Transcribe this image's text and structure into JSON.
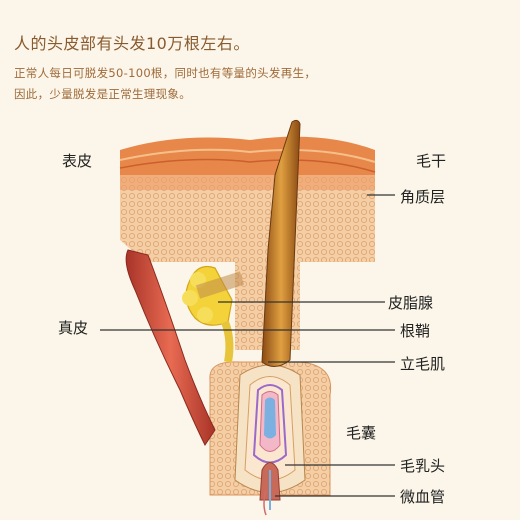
{
  "header": {
    "title": "人的头皮部有头发10万根左右。",
    "line1": "正常人每日可脱发50-100根，同时也有等量的头发再生，",
    "line2": "因此，少量脱发是正常生理现象。"
  },
  "labels": {
    "epidermis": "表皮",
    "dermis": "真皮",
    "hair_shaft": "毛干",
    "stratum_corneum": "角质层",
    "sebaceous_gland": "皮脂腺",
    "root_sheath": "根鞘",
    "arrector_pili": "立毛肌",
    "hair_follicle": "毛囊",
    "dermal_papilla": "毛乳头",
    "capillary": "微血管"
  },
  "colors": {
    "background": "#fbf6e9",
    "title": "#8a5a2e",
    "skin_top": "#e88a4a",
    "tissue": "#f2c9a0",
    "hair": "#c07a2a",
    "gland": "#f3d23a",
    "muscle": "#c9453a"
  }
}
